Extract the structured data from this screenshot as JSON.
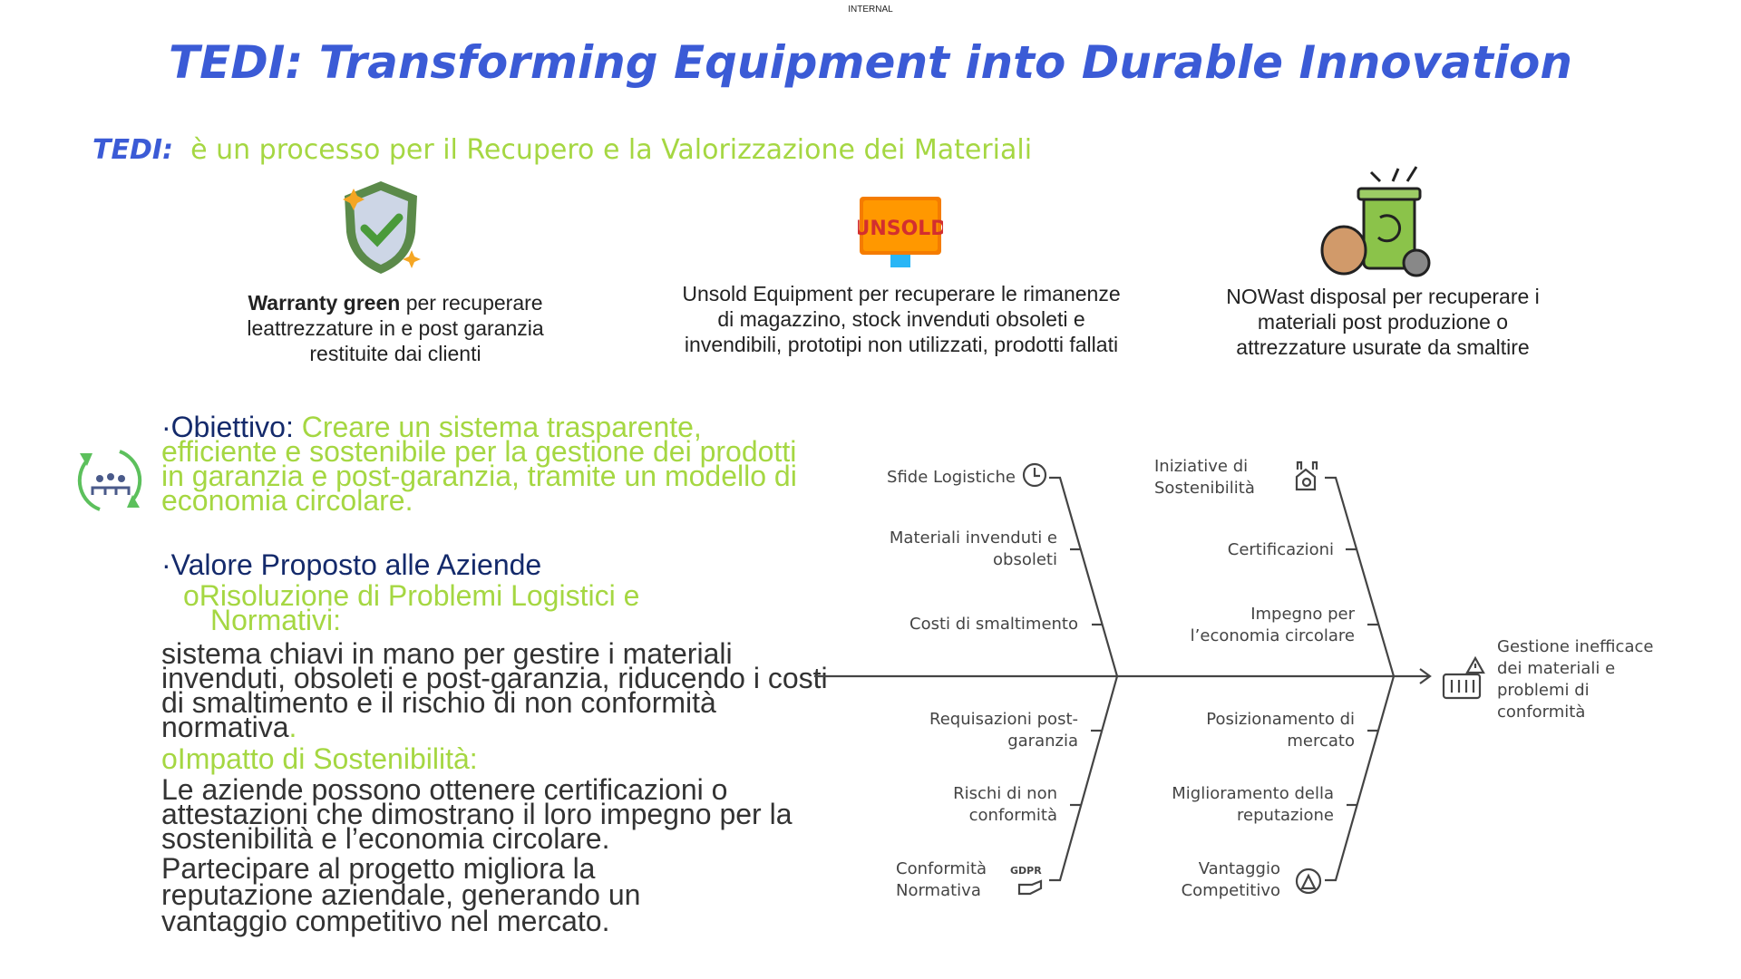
{
  "header": {
    "classification": "INTERNAL",
    "title": "TEDI: Transforming Equipment into Durable Innovation"
  },
  "subtitle": {
    "prefix": "TEDI:",
    "text": "è un processo per il Recupero e la Valorizzazione dei Materiali"
  },
  "services": [
    {
      "icon": "shield-check-icon",
      "bold": "Warranty green",
      "text": " per recuperare leattrezzature in e post garanzia restituite dai clienti"
    },
    {
      "icon": "unsold-sign-icon",
      "icon_text": "UNSOLD",
      "bold": "",
      "text": "Unsold Equipment per recuperare le rimanenze di magazzino, stock invenduti obsoleti e invendibili, prototipi non utilizzati, prodotti fallati"
    },
    {
      "icon": "recycle-bin-icon",
      "bold": "",
      "text": "NOWast disposal per recuperare i materiali post produzione o attrezzature usurate da smaltire"
    }
  ],
  "objective": {
    "label": "·Obiettivo:",
    "text": " Creare un sistema trasparente, efficiente e sostenibile per la gestione dei prodotti in garanzia e post-garanzia, tramite un modello di economia circolare."
  },
  "value": {
    "heading": "·Valore Proposto alle Aziende",
    "sub1": "oRisoluzione di Problemi Logistici e",
    "sub1b": "Normativi:",
    "body1": "sistema chiavi in mano per gestire i materiali invenduti, obsoleti e post-garanzia, riducendo i costi di smaltimento e il rischio di non conformità normativa",
    "body1_end": ".",
    "sub2": "oImpatto di Sostenibilità:",
    "body2": "Le aziende possono ottenere certificazioni o attestazioni che dimostrano il loro impegno per la sostenibilità e l’economia circolare.",
    "body3": "Partecipare al progetto migliora la reputazione aziendale, generando un vantaggio competitivo nel mercato."
  },
  "fishbone": {
    "head": "Gestione inefficace dei materiali e problemi di conformità",
    "left_top": [
      "Sfide Logistiche",
      "Materiali invenduti e obsoleti",
      "Costi di smaltimento"
    ],
    "left_bottom": [
      "Requisazioni post-garanzia",
      "Rischi di non conformità",
      "Conformità Normativa"
    ],
    "right_top": [
      "Iniziative di Sostenibilità",
      "Certificazioni",
      "Impegno per l’economia circolare"
    ],
    "right_bottom": [
      "Posizionamento di mercato",
      "Miglioramento della reputazione",
      "Vantaggio Competitivo"
    ],
    "gdpr": "GDPR"
  }
}
